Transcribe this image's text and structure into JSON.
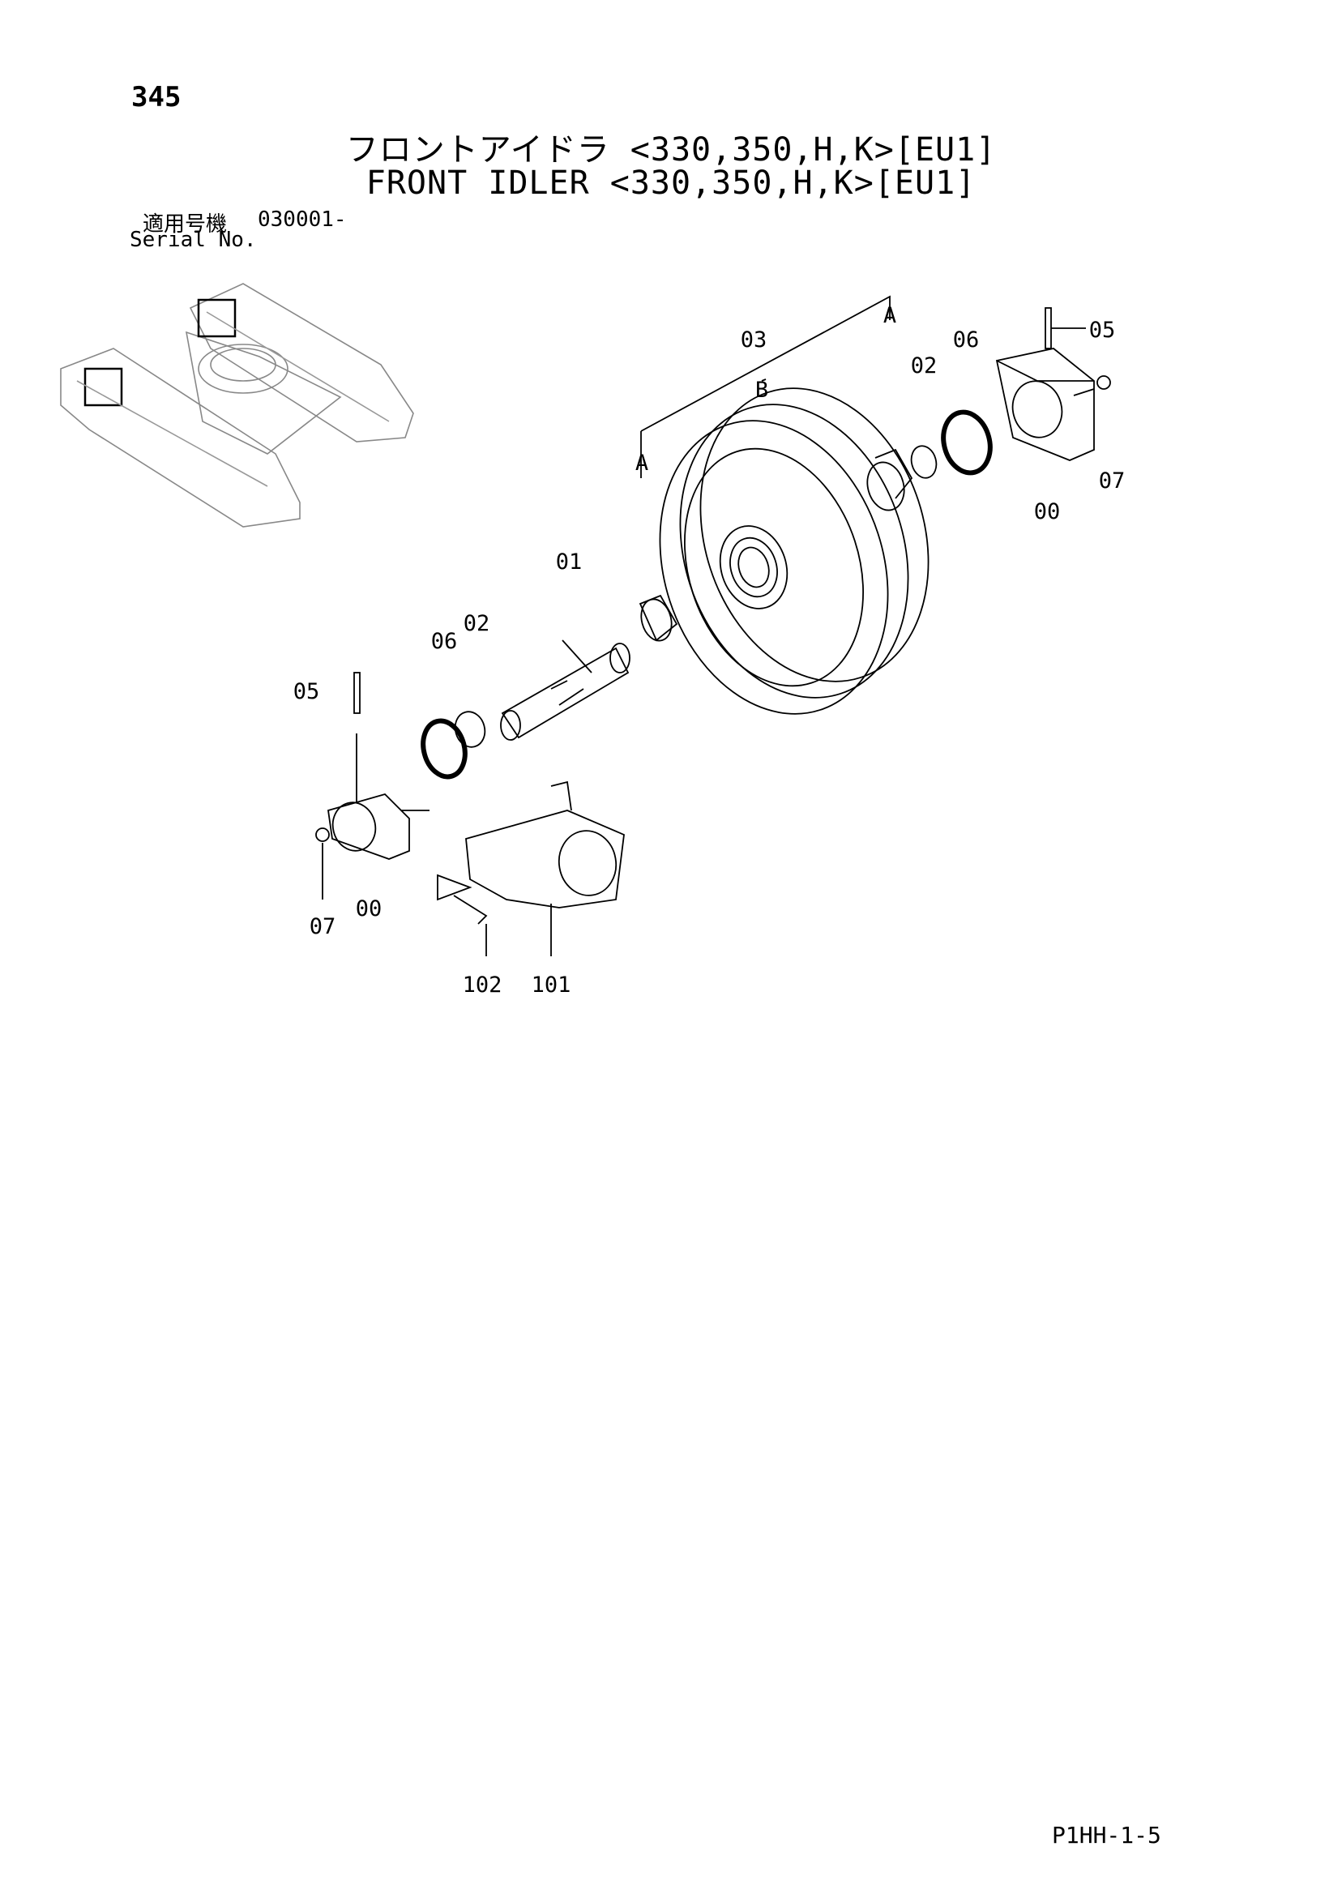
{
  "header": {
    "page_number": "345",
    "title_jp": "フロントアイドラ <330,350,H,K>[EU1]",
    "title_en": "FRONT IDLER <330,350,H,K>[EU1]",
    "serial_label_jp": "適用号機",
    "serial_value": "030001-",
    "serial_label_en": "Serial No."
  },
  "callouts": {
    "c_03": "03",
    "c_b": "B",
    "c_a_top": "A",
    "c_02_right": "02",
    "c_06_right": "06",
    "c_05_right": "05",
    "c_07_right": "07",
    "c_00_right": "00",
    "c_a_left": "A",
    "c_01": "01",
    "c_02_left": "02",
    "c_06_left": "06",
    "c_05_left": "05",
    "c_07_left": "07",
    "c_00_left": "00",
    "c_102": "102",
    "c_101": "101"
  },
  "footer": {
    "doc_code": "P1HH-1-5"
  }
}
